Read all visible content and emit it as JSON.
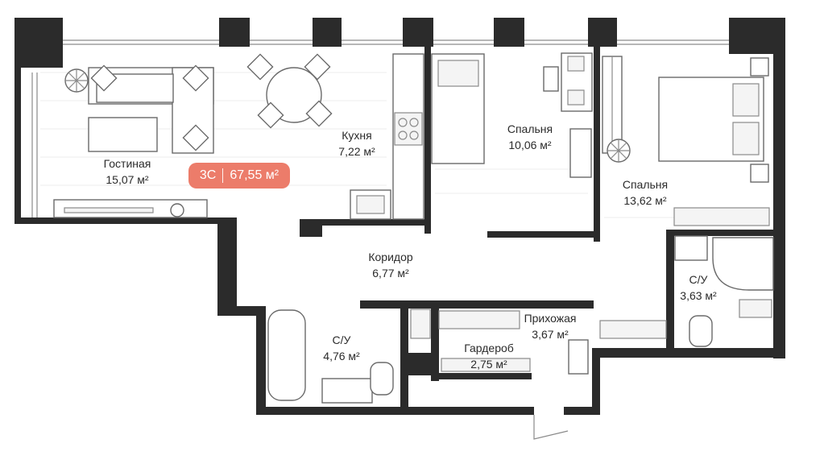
{
  "apartment": {
    "type": "3С",
    "total_area": "67,55 м²"
  },
  "rooms": [
    {
      "name": "Гостиная",
      "area": "15,07 м²"
    },
    {
      "name": "Кухня",
      "area": "7,22 м²"
    },
    {
      "name": "Спальня",
      "area": "10,06 м²"
    },
    {
      "name": "Спальня",
      "area": "13,62 м²"
    },
    {
      "name": "Коридор",
      "area": "6,77 м²"
    },
    {
      "name": "С/У",
      "area": "3,63 м²"
    },
    {
      "name": "С/У",
      "area": "4,76 м²"
    },
    {
      "name": "Прихожая",
      "area": "3,67 м²"
    },
    {
      "name": "Гардероб",
      "area": "2,75 м²"
    }
  ],
  "colors": {
    "wall": "#2b2b2b",
    "badge": "#ec7c6a",
    "floor": "#ffffff"
  }
}
